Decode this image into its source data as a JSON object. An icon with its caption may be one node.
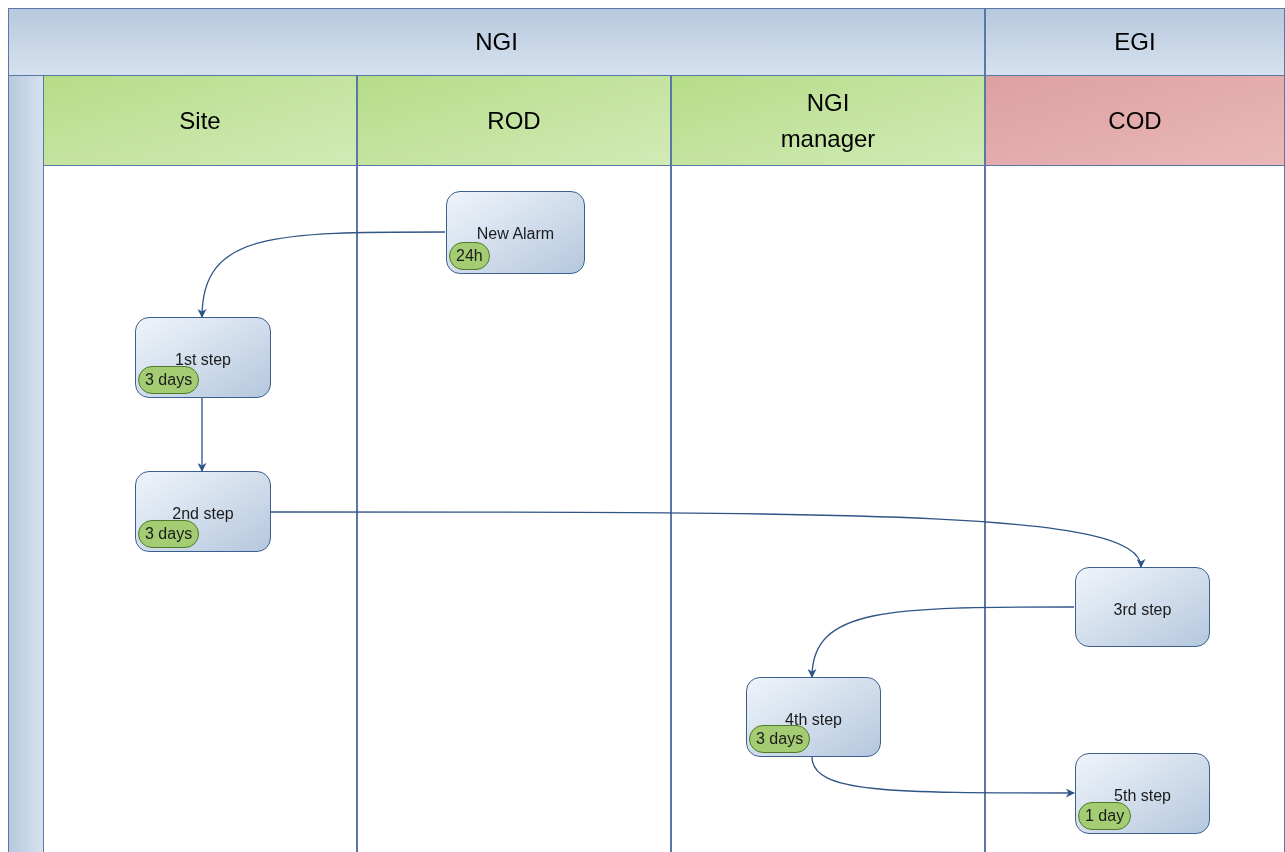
{
  "diagram": {
    "nodes": [
      {
        "text": [
          "NGI"
        ]
      },
      {
        "text": [
          "EGI"
        ]
      },
      {
        "text": [
          "Site"
        ]
      },
      {
        "text": [
          "ROD"
        ]
      },
      {
        "text": [
          "NGI manager"
        ]
      },
      {
        "text": [
          "COD"
        ]
      },
      {
        "text": [
          "New Alarm",
          "24h"
        ],
        "in": 3
      },
      {
        "text": [
          "1st step",
          "3 days"
        ],
        "in": 2
      },
      {
        "text": [
          "2nd step",
          "3 days"
        ],
        "in": 2
      },
      {
        "text": [
          "3rd step"
        ],
        "in": 5
      },
      {
        "text": [
          "4th step",
          "3 days"
        ],
        "in": 4
      },
      {
        "text": [
          "5th step",
          "1 day"
        ],
        "in": 5
      }
    ],
    "edges": [
      {
        "from": 6,
        "to": 7,
        "arrow": "to"
      },
      {
        "from": 7,
        "to": 8,
        "arrow": "to"
      },
      {
        "from": 8,
        "to": 9,
        "arrow": "to"
      },
      {
        "from": 9,
        "to": 10,
        "arrow": "to"
      },
      {
        "from": 10,
        "to": 11,
        "arrow": "to"
      }
    ]
  }
}
